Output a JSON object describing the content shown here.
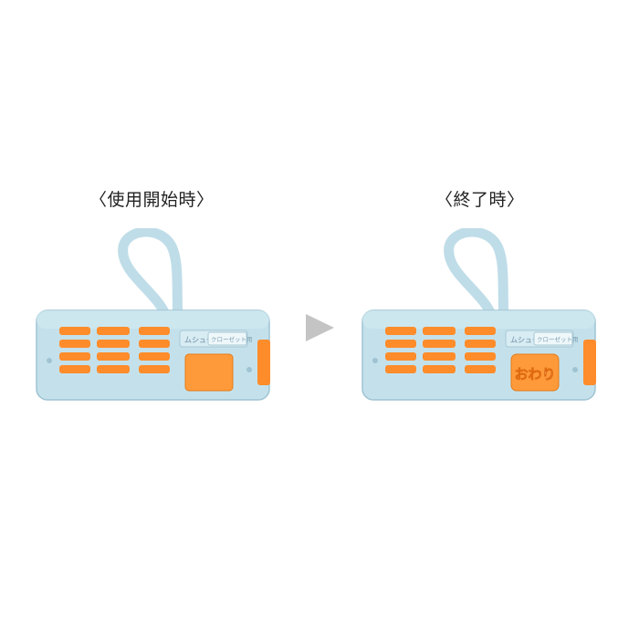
{
  "labels": {
    "start": "〈使用開始時〉",
    "end": "〈終了時〉"
  },
  "brand": {
    "name": "ムシューダ",
    "product": "クローゼット用"
  },
  "indicator": {
    "end_text": "おわり"
  },
  "colors": {
    "body": "#bfdde8",
    "body_edge": "#9fc3d3",
    "vent_orange": "#ff8c2a",
    "indicator_start": "#ff9a3a",
    "indicator_end": "#ff9a3a",
    "arrow": "#c4c4c4"
  },
  "icons": {
    "arrow": "play-triangle-icon"
  }
}
